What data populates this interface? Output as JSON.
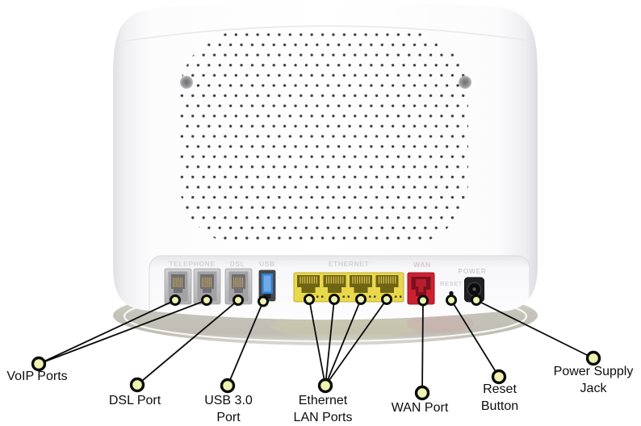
{
  "device_panel": {
    "telephone": "TELEPHONE",
    "dsl": "DSL",
    "usb": "USB",
    "ethernet": "ETHERNET",
    "wan": "WAN",
    "reset": "RESET",
    "power": "POWER"
  },
  "callouts": {
    "voip": {
      "lines": [
        "VoIP Ports"
      ]
    },
    "dsl": {
      "lines": [
        "DSL Port"
      ]
    },
    "usb": {
      "lines": [
        "USB 3.0",
        "Port"
      ]
    },
    "ethernet": {
      "lines": [
        "Ethernet",
        "LAN Ports"
      ]
    },
    "wan": {
      "lines": [
        "WAN Port"
      ]
    },
    "reset": {
      "lines": [
        "Reset",
        "Button"
      ]
    },
    "power": {
      "lines": [
        "Power Supply",
        "Jack"
      ]
    }
  },
  "colors": {
    "ethernet_port_yellow": "#e9d84b",
    "wan_port_red": "#ce2130",
    "usb_port_blue": "#2f80d2",
    "phone_port_gray": "#c6c6c8",
    "power_jack_black": "#202125",
    "callout_dot_fill": "#eef3b0",
    "callout_line_black": "#0b0b0b"
  }
}
